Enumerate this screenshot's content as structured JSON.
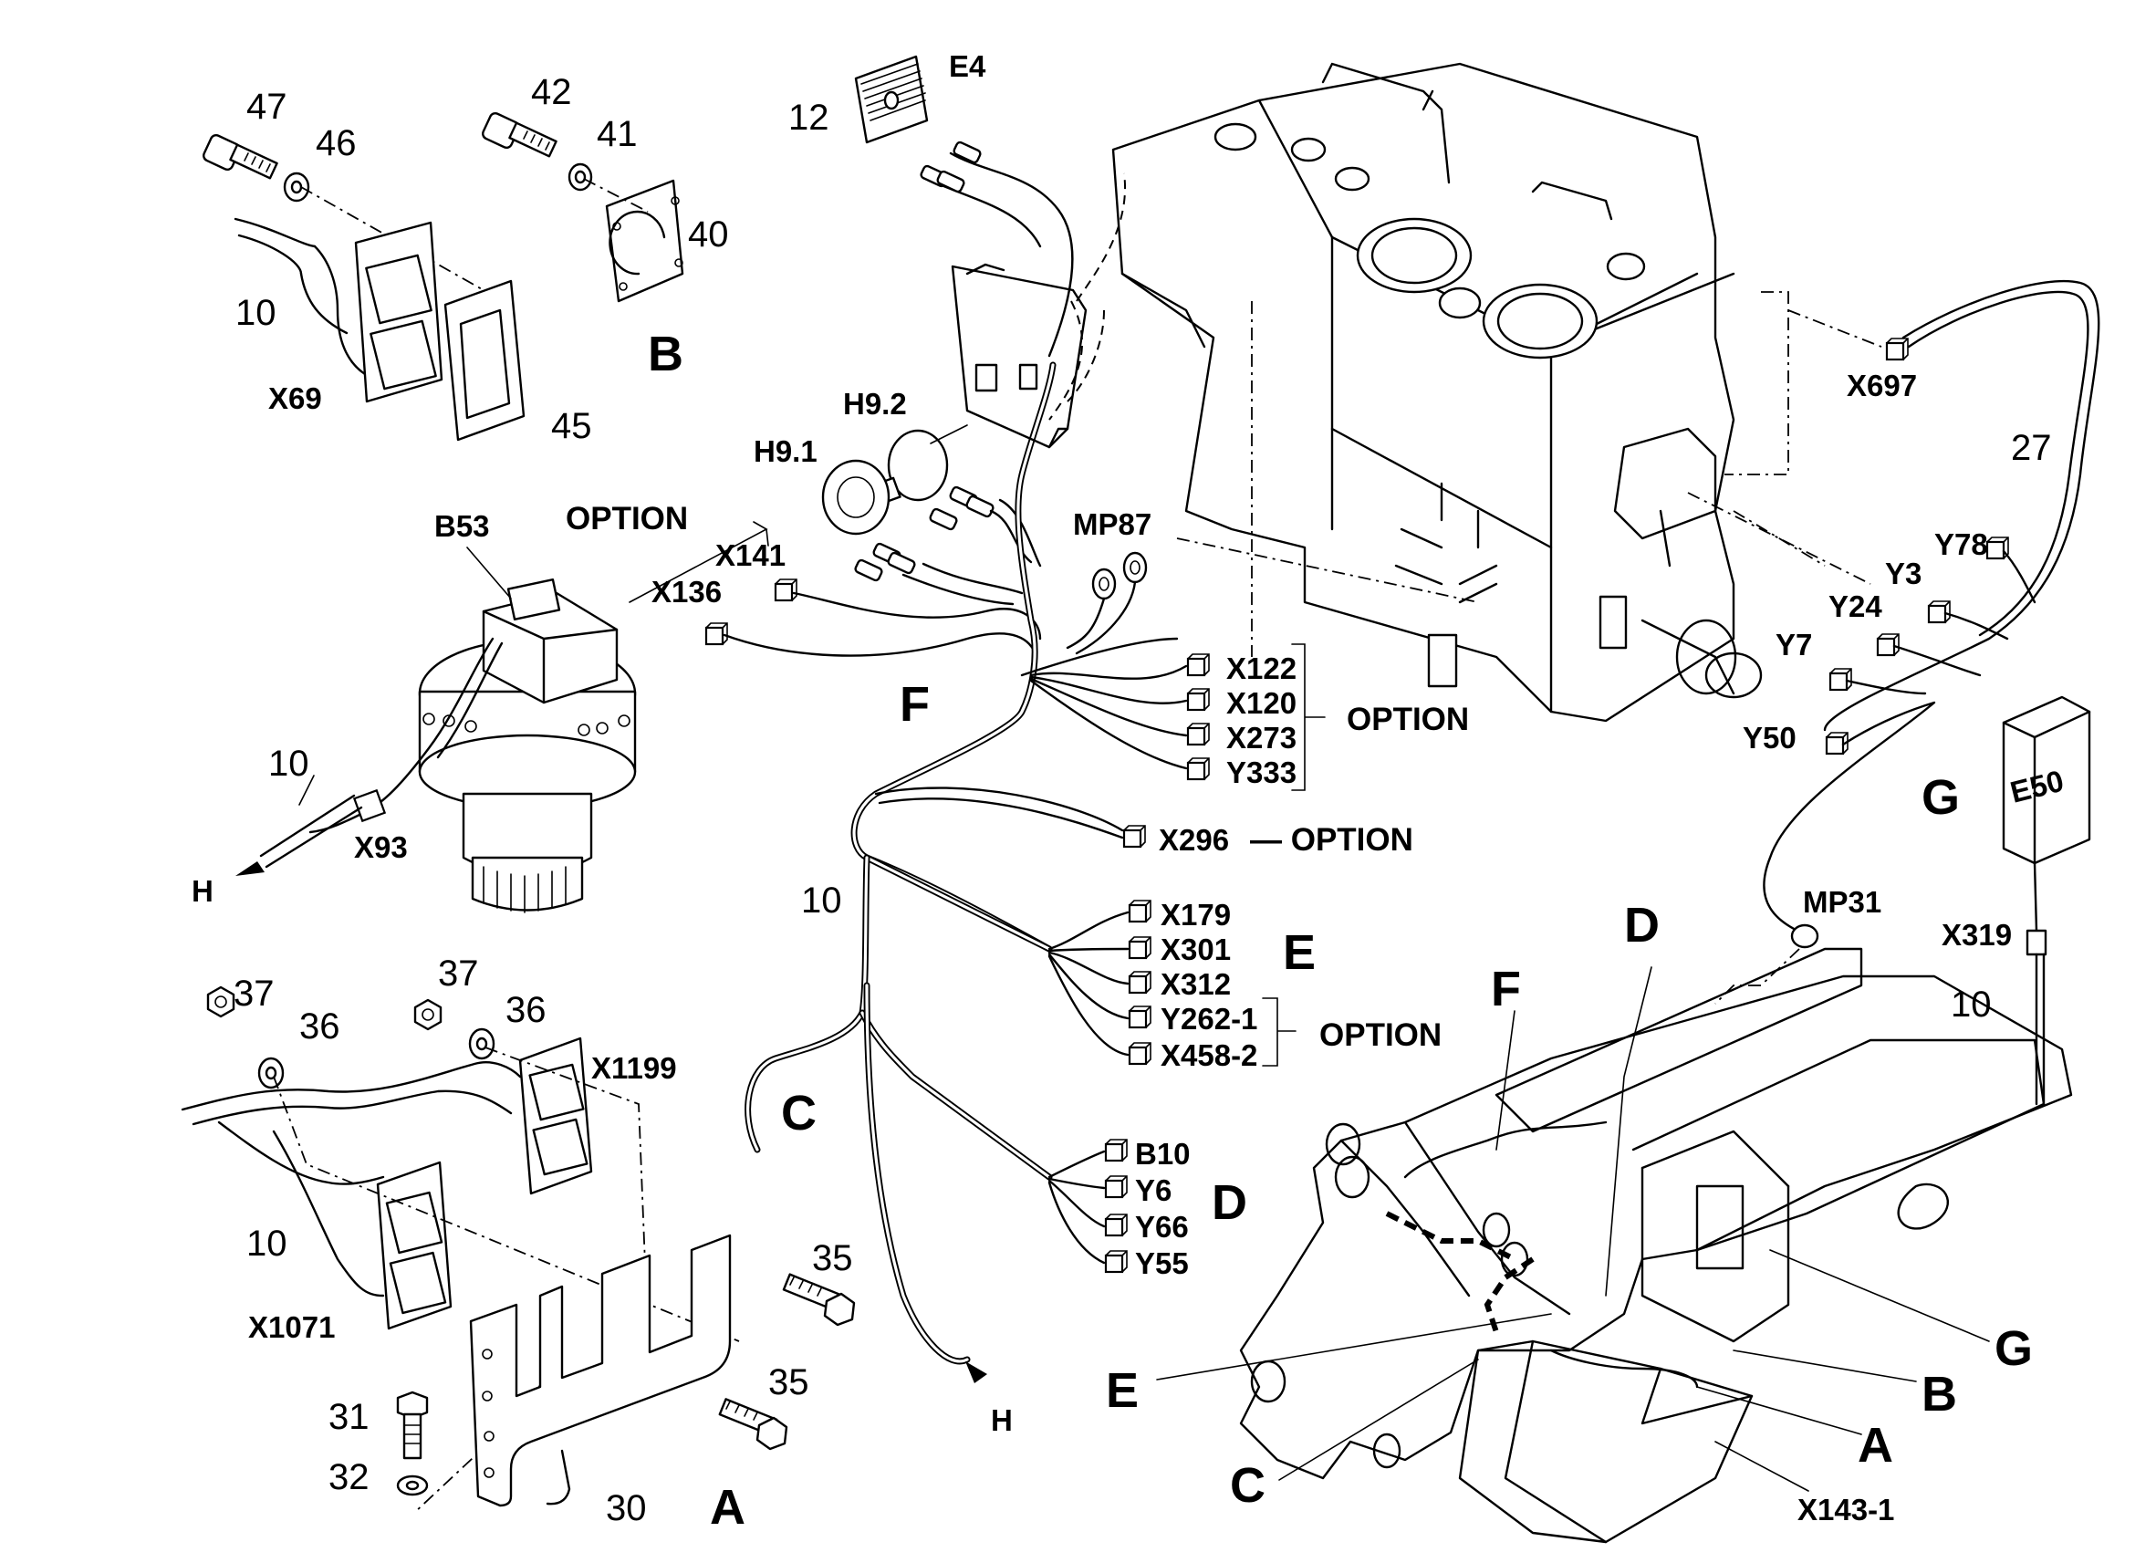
{
  "detail_b": {
    "part_47": "47",
    "part_46": "46",
    "part_42": "42",
    "part_41": "41",
    "part_40": "40",
    "part_10": "10",
    "conn_x69": "X69",
    "detail_letter": "B",
    "part_45": "45"
  },
  "motor": {
    "sensor_b53": "B53",
    "part_10": "10",
    "conn_x93": "X93",
    "arrow_h": "H"
  },
  "detail_a": {
    "part_37_left": "37",
    "part_36_left": "36",
    "part_37_right": "37",
    "part_36_right": "36",
    "conn_x1199": "X1199",
    "part_10": "10",
    "conn_x1071": "X1071",
    "part_35_top": "35",
    "part_35_bottom": "35",
    "part_31": "31",
    "part_32": "32",
    "part_30": "30",
    "detail_letter": "A"
  },
  "harness": {
    "part_12": "12",
    "lamp_e4": "E4",
    "lamp_h9_2": "H9.2",
    "lamp_h9_1": "H9.1",
    "option_top": "OPTION",
    "conn_x141": "X141",
    "conn_x136": "X136",
    "ground_mp87": "MP87",
    "branch_f": "F",
    "part_10": "10",
    "branch_c": "C",
    "arrow_h": "H",
    "conn_x122": "X122",
    "conn_x120": "X120",
    "conn_x273": "X273",
    "conn_y333": "Y333",
    "option_mid": "OPTION",
    "conn_x296": "X296",
    "option_x296": "— OPTION",
    "conn_x179": "X179",
    "conn_x301": "X301",
    "conn_x312": "X312",
    "conn_y262_1": "Y262-1",
    "conn_x458_2": "X458-2",
    "branch_e": "E",
    "option_e": "OPTION",
    "conn_b10": "B10",
    "conn_y6": "Y6",
    "conn_y66": "Y66",
    "conn_y55": "Y55",
    "branch_d": "D"
  },
  "right_side": {
    "conn_x697": "X697",
    "part_27": "27",
    "valve_y78": "Y78",
    "valve_y3": "Y3",
    "valve_y24": "Y24",
    "valve_y7": "Y7",
    "valve_y50": "Y50",
    "branch_g": "G",
    "box_e50": "E50",
    "ground_mp31": "MP31",
    "conn_x319": "X319",
    "part_10": "10"
  },
  "chassis_callouts": {
    "d": "D",
    "f": "F",
    "e": "E",
    "c": "C",
    "g": "G",
    "b": "B",
    "a": "A",
    "conn_x143_1": "X143-1"
  }
}
